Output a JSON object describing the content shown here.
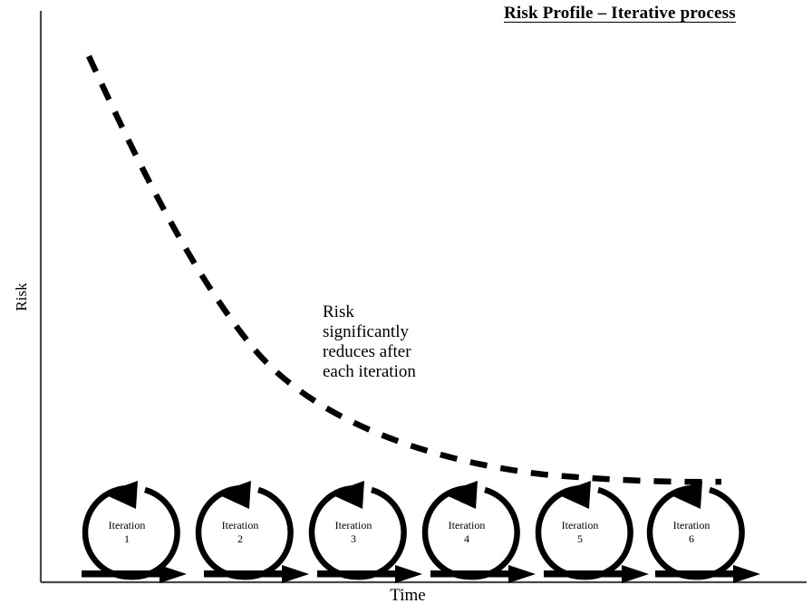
{
  "chart_data": {
    "type": "line",
    "title": "Risk Profile – Iterative process",
    "xlabel": "Time",
    "ylabel": "Risk",
    "grid": false,
    "legend": null,
    "series": [
      {
        "name": "Risk",
        "style": "dashed",
        "x": [
          0,
          1,
          2,
          3,
          4,
          5,
          6,
          7,
          8,
          9,
          10
        ],
        "y": [
          100,
          72,
          52,
          38,
          28,
          21,
          16,
          13,
          11,
          9.5,
          8.5
        ]
      }
    ],
    "annotations": [
      {
        "text": "Risk significantly reduces after each iteration",
        "x": 3.6,
        "y": 40
      }
    ],
    "markers": [
      {
        "label": "Iteration",
        "number": "1"
      },
      {
        "label": "Iteration",
        "number": "2"
      },
      {
        "label": "Iteration",
        "number": "3"
      },
      {
        "label": "Iteration",
        "number": "4"
      },
      {
        "label": "Iteration",
        "number": "5"
      },
      {
        "label": "Iteration",
        "number": "6"
      }
    ],
    "xlim": [
      0,
      10
    ],
    "ylim": [
      0,
      110
    ]
  },
  "chart": {
    "title": "Risk Profile – Iterative process",
    "y_axis_label": "Risk",
    "x_axis_label": "Time",
    "annotation_lines": [
      "Risk",
      "significantly",
      "reduces after",
      "each iteration"
    ],
    "annotation_text": "Risk significantly reduces after each iteration",
    "colors": {
      "ink": "#000000",
      "axis": "#444444",
      "background": "#ffffff"
    }
  },
  "iterations": [
    {
      "label": "Iteration",
      "number": "1"
    },
    {
      "label": "Iteration",
      "number": "2"
    },
    {
      "label": "Iteration",
      "number": "3"
    },
    {
      "label": "Iteration",
      "number": "4"
    },
    {
      "label": "Iteration",
      "number": "5"
    },
    {
      "label": "Iteration",
      "number": "6"
    }
  ]
}
